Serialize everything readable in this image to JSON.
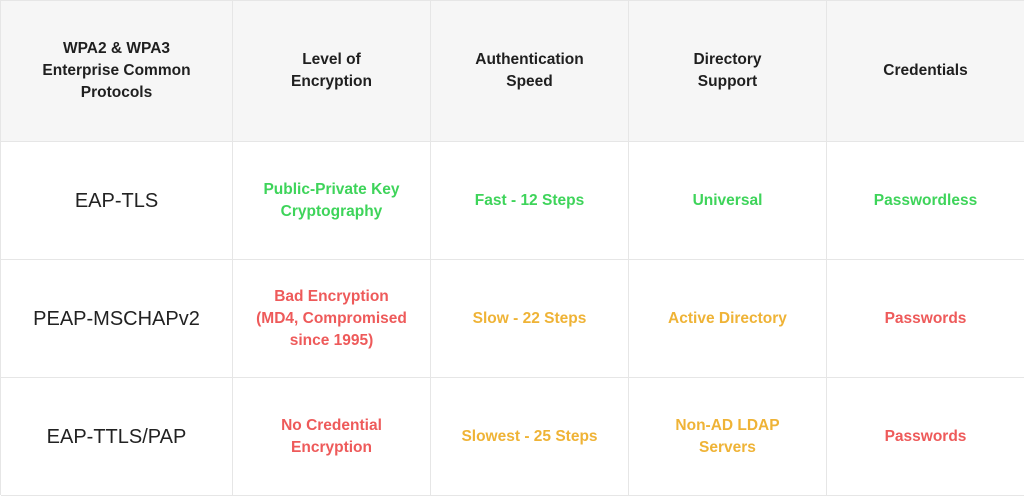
{
  "headers": [
    "WPA2 & WPA3\nEnterprise Common\nProtocols",
    "Level of\nEncryption",
    "Authentication\nSpeed",
    "Directory\nSupport",
    "Credentials"
  ],
  "rows": [
    {
      "protocol": "EAP-TLS",
      "encryption": "Public-Private Key\nCryptography",
      "speed": "Fast - 12 Steps",
      "directory": "Universal",
      "credentials": "Passwordless"
    },
    {
      "protocol": "PEAP-MSCHAPv2",
      "encryption": "Bad Encryption\n(MD4, Compromised\nsince 1995)",
      "speed": "Slow - 22 Steps",
      "directory": "Active Directory",
      "credentials": "Passwords"
    },
    {
      "protocol": "EAP-TTLS/PAP",
      "encryption": "No Credential\nEncryption",
      "speed": "Slowest - 25 Steps",
      "directory": "Non-AD LDAP\nServers",
      "credentials": "Passwords"
    }
  ],
  "colors": {
    "good": "#3ed45a",
    "medium": "#efb336",
    "bad": "#ee5a5a"
  }
}
